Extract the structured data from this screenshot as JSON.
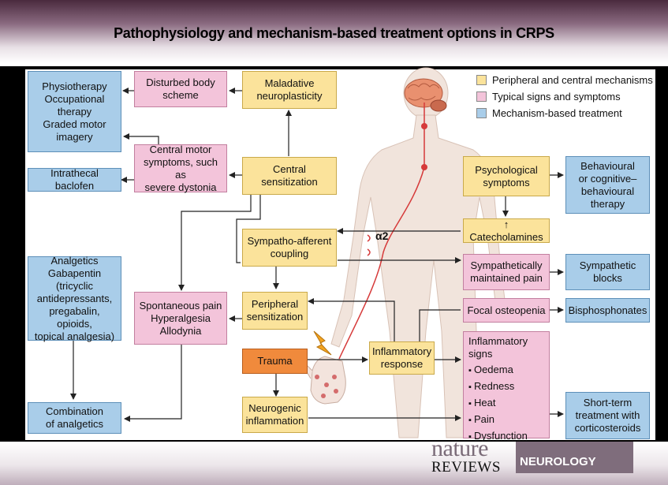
{
  "title": "Pathophysiology and mechanism-based treatment options in CRPS",
  "legend": [
    {
      "label": "Peripheral and central mechanisms",
      "color": "#fbe39b"
    },
    {
      "label": "Typical signs and symptoms",
      "color": "#f3c4da"
    },
    {
      "label": "Mechanism-based treatment",
      "color": "#a9cde9"
    }
  ],
  "nodes": {
    "physiotherapy": [
      "Physiotherapy",
      "Occupational therapy",
      "Graded motor imagery"
    ],
    "intrathecal": "Intrathecal baclofen",
    "analgetics": [
      "Analgetics",
      "Gabapentin",
      "(tricyclic antidepressants,",
      "pregabalin, opioids,",
      "topical analgesia)"
    ],
    "combination": [
      "Combination",
      "of analgetics"
    ],
    "disturbed_body": [
      "Disturbed body",
      "scheme"
    ],
    "central_motor": [
      "Central motor",
      "symptoms, such as",
      "severe dystonia"
    ],
    "spontaneous_pain": [
      "Spontaneous pain",
      "Hyperalgesia",
      "Allodynia"
    ],
    "maladative": [
      "Maladative",
      "neuroplasticity"
    ],
    "central_sensitization": [
      "Central",
      "sensitization"
    ],
    "sympatho_afferent": [
      "Sympatho-afferent",
      "coupling"
    ],
    "peripheral_sensitization": [
      "Peripheral",
      "sensitization"
    ],
    "trauma": "Trauma",
    "neurogenic": [
      "Neurogenic",
      "inflammation"
    ],
    "inflammatory_response": [
      "Inflammatory",
      "response"
    ],
    "psychological": [
      "Psychological",
      "symptoms"
    ],
    "catecholamines": "↑ Catecholamines",
    "sympathetically": [
      "Sympathetically",
      "maintained pain"
    ],
    "focal_osteopenia": "Focal osteopenia",
    "inflammatory_signs": {
      "heading": [
        "Inflammatory",
        "signs"
      ],
      "items": [
        "Oedema",
        "Redness",
        "Heat",
        "Pain",
        "Dysfunction"
      ]
    },
    "behavioural": [
      "Behavioural",
      "or cognitive–",
      "behavioural",
      "therapy"
    ],
    "sympathetic_blocks": [
      "Sympathetic",
      "blocks"
    ],
    "bisphosphonates": "Bisphosphonates",
    "short_term": [
      "Short-term",
      "treatment with",
      "corticosteroids"
    ]
  },
  "receptor_label": "α2",
  "logo": {
    "nature": "nature",
    "reviews": "REVIEWS",
    "journal": "NEUROLOGY"
  }
}
